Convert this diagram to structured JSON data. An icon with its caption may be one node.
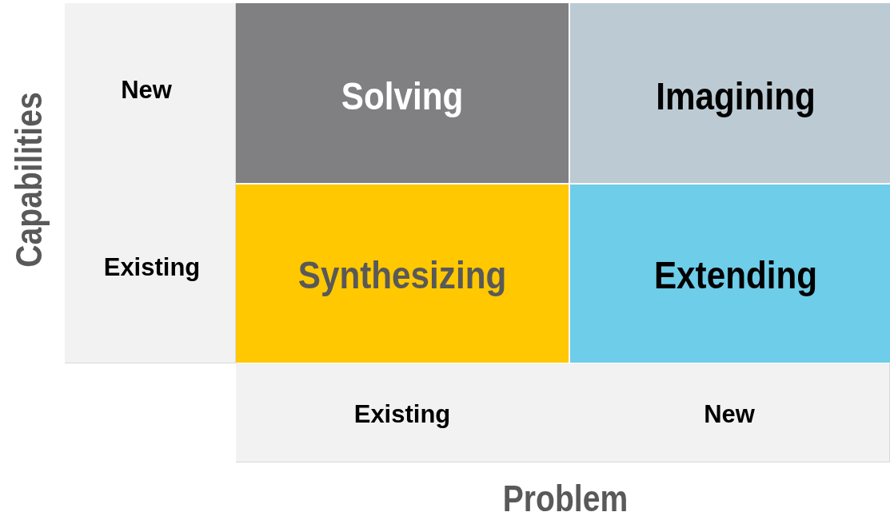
{
  "diagram": {
    "nodes": [
      {
        "text": [
          "New",
          "Existing"
        ]
      },
      {
        "text": [
          "Solving"
        ]
      },
      {
        "text": [
          "Imagining"
        ]
      },
      {
        "text": [
          "Synthesizing"
        ]
      },
      {
        "text": [
          "Extending"
        ]
      },
      {
        "text": [
          "Existing",
          "New"
        ]
      }
    ],
    "labels": [
      "Capabilities",
      "Problem"
    ]
  }
}
